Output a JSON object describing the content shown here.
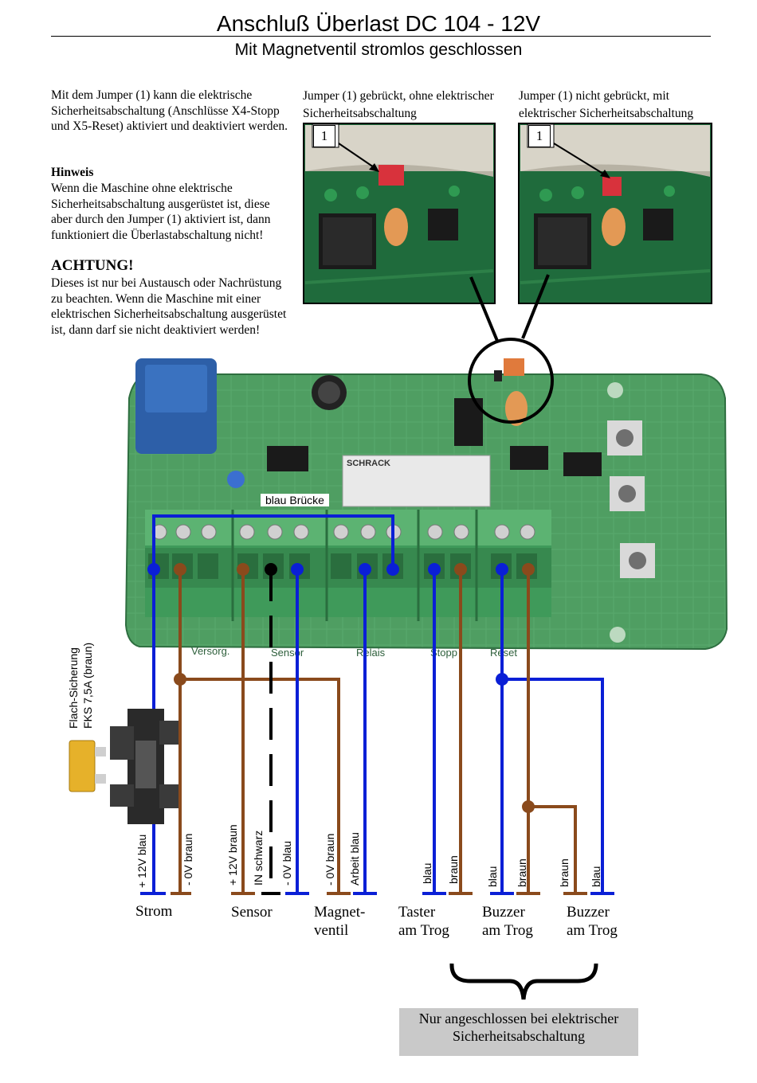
{
  "header": {
    "title": "Anschluß Überlast DC 104 - 12V",
    "subtitle": "Mit Magnetventil stromlos geschlossen"
  },
  "intro": {
    "text": "Mit dem Jumper (1) kann die elektrische Sicherheitsabschaltung (Anschlüsse X4-Stopp und X5-Reset) aktiviert und deaktiviert werden.",
    "hint_heading": "Hinweis",
    "hint_text": "Wenn die Maschine ohne elektrische Sicherheitsabschaltung ausgerüstet ist, diese aber durch den Jumper (1) aktiviert ist, dann funktioniert die Überlastabschaltung nicht!",
    "warning_heading": "ACHTUNG!",
    "warning_text": "Dieses ist nur bei Austausch oder Nachrüstung zu beachten. Wenn die Maschine mit einer elektrischen Sicherheitsabschaltung ausgerüstet ist, dann darf sie nicht deaktiviert werden!"
  },
  "photos": [
    {
      "caption": "Jumper (1) gebrückt, ohne elektrischer Sicherheitsabschaltung",
      "callout": "1"
    },
    {
      "caption": "Jumper (1) nicht gebrückt, mit elektrischer Sicherheitsabschaltung",
      "callout": "1"
    }
  ],
  "board": {
    "bridge_label": "blau Brücke",
    "relay_brand": "SCHRACK",
    "terminal_groups": [
      "Versorg.",
      "Sensor",
      "Relais",
      "Stopp",
      "Reset"
    ]
  },
  "fuse_label": {
    "line1": "Flach-Sicherung",
    "line2": "FKS 7,5A (braun)"
  },
  "wires": [
    {
      "label": "+ 12V blau",
      "color": "blue"
    },
    {
      "label": "- 0V braun",
      "color": "brown"
    },
    {
      "label": "+ 12V braun",
      "color": "brown"
    },
    {
      "label": "IN schwarz",
      "color": "black"
    },
    {
      "label": "- 0V blau",
      "color": "blue"
    },
    {
      "label": "- 0V braun",
      "color": "brown"
    },
    {
      "label": "Arbeit blau",
      "color": "blue"
    },
    {
      "label": "blau",
      "color": "blue"
    },
    {
      "label": "braun",
      "color": "brown"
    },
    {
      "label": "blau",
      "color": "blue"
    },
    {
      "label": "braun",
      "color": "brown"
    },
    {
      "label": "braun",
      "color": "brown"
    },
    {
      "label": "blau",
      "color": "blue"
    }
  ],
  "groups": [
    {
      "line1": "Strom",
      "line2": ""
    },
    {
      "line1": "Sensor",
      "line2": ""
    },
    {
      "line1": "Magnet-",
      "line2": "ventil"
    },
    {
      "line1": "Taster",
      "line2": "am Trog"
    },
    {
      "line1": "Buzzer",
      "line2": "am Trog"
    },
    {
      "line1": "Buzzer",
      "line2": "am Trog"
    }
  ],
  "note": {
    "line1": "Nur angeschlossen bei elektrischer",
    "line2": "Sicherheitsabschaltung"
  },
  "colors": {
    "blue": "#0a1fd6",
    "brown": "#8a4a1c",
    "pcb": "#4f9e62",
    "terminal": "#3f9a5a"
  }
}
